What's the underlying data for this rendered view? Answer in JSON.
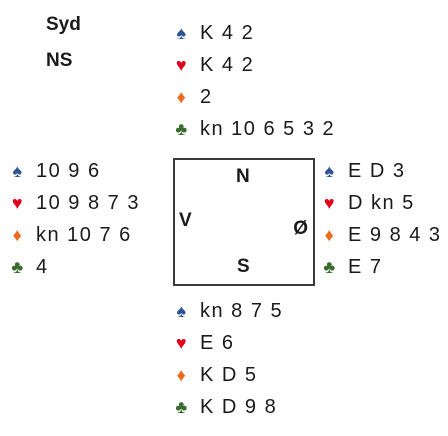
{
  "header": {
    "dealer": "Syd",
    "vulnerability": "NS"
  },
  "colors": {
    "spade": "#2e5496",
    "heart": "#e0001b",
    "diamond": "#ea6b1c",
    "club": "#3a6b2f"
  },
  "table": {
    "north": "N",
    "south": "S",
    "west": "V",
    "east": "Ø"
  },
  "hands": {
    "north": {
      "spades": "K 4 2",
      "hearts": "K 4 2",
      "diamonds": "2",
      "clubs": "kn 10 6 5 3 2"
    },
    "west": {
      "spades": "10 9 6",
      "hearts": "10 9 8 7 3",
      "diamonds": "kn 10 7 6",
      "clubs": "4"
    },
    "east": {
      "spades": "E D 3",
      "hearts": "D kn 5",
      "diamonds": "E 9 8 4 3",
      "clubs": "E 7"
    },
    "south": {
      "spades": "kn 8 7 5",
      "hearts": "E 6",
      "diamonds": "K D 5",
      "clubs": "K D 9 8"
    }
  }
}
